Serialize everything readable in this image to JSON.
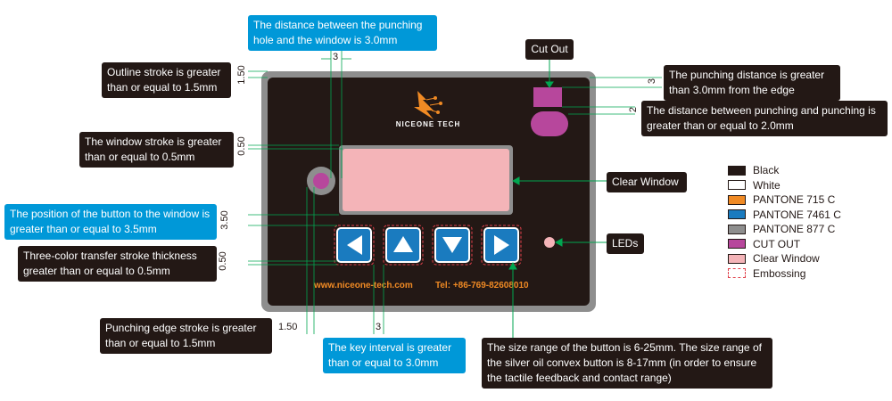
{
  "panel": {
    "brand": "NICEONE TECH",
    "footer_url": "www.niceone-tech.com",
    "footer_tel": "Tel: +86-769-82608010"
  },
  "annotations": {
    "punch_window_distance": "The distance between the punching hole and the window is 3.0mm",
    "outline_stroke": "Outline stroke is greater than or equal to 1.5mm",
    "window_stroke": "The window stroke is greater than or equal to 0.5mm",
    "button_window": "The position of the button to the window is greater than or equal to 3.5mm",
    "transfer_stroke": "Three-color transfer stroke thickness greater than or equal to 0.5mm",
    "punch_edge_stroke": "Punching edge stroke is greater than or equal to 1.5mm",
    "key_interval": "The key interval is greater than or equal to 3.0mm",
    "button_size": "The size range of the button is 6-25mm. The size range of the silver oil convex button is 8-17mm (in order to ensure the tactile feedback and contact range)",
    "cut_out": "Cut Out",
    "punch_edge_distance": "The punching distance is greater than 3.0mm from the edge",
    "punch_punch_distance": "The distance between punching and punching is greater than or equal to 2.0mm",
    "clear_window": "Clear Window",
    "leds": "LEDs"
  },
  "dimensions": {
    "top_3": "3",
    "left_150": "1.50",
    "left_050_a": "0.50",
    "left_350": "3.50",
    "left_050_b": "0.50",
    "bottom_150": "1.50",
    "bottom_3": "3",
    "right_3": "3",
    "right_2": "2"
  },
  "legend": [
    {
      "label": "Black",
      "color": "#231815",
      "style": "solid"
    },
    {
      "label": "White",
      "color": "#ffffff",
      "style": "solid"
    },
    {
      "label": "PANTONE 715 C",
      "color": "#f08a24",
      "style": "solid"
    },
    {
      "label": "PANTONE 7461 C",
      "color": "#1a7bbf",
      "style": "solid"
    },
    {
      "label": "PANTONE 877 C",
      "color": "#8e8e8e",
      "style": "solid"
    },
    {
      "label": "CUT OUT",
      "color": "#b7479c",
      "style": "solid"
    },
    {
      "label": "Clear Window",
      "color": "#f4b4b8",
      "style": "solid"
    },
    {
      "label": "Embossing",
      "color": "#e0404a",
      "style": "dashed"
    }
  ],
  "colors": {
    "panel_outer": "#8e8e8e",
    "panel_inner": "#231815",
    "button_fill": "#1a7bbf",
    "accent_orange": "#f08a24",
    "cutout": "#b7479c",
    "window": "#f4b4b8",
    "leader_green": "#00a650"
  }
}
